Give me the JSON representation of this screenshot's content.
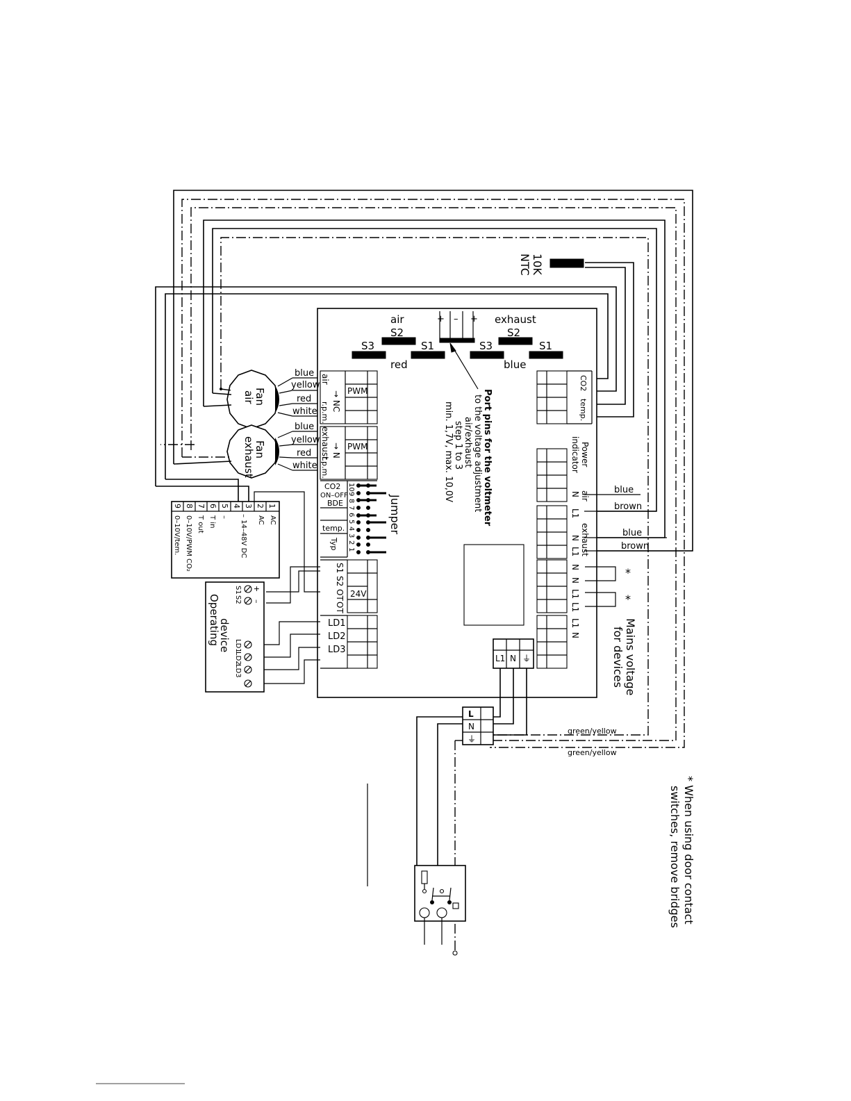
{
  "sensor": {
    "line1": "NTC",
    "line2": "10K"
  },
  "top_labels": {
    "air": "air",
    "exhaust": "exhaust",
    "plus": "+",
    "minus": "–",
    "plus2": "+"
  },
  "switch_labels": {
    "s3a": "S3",
    "s2a": "S2",
    "s1a": "S1",
    "s3b": "S3",
    "s2b": "S2",
    "s1b": "S1",
    "red": "red",
    "blue": "blue"
  },
  "port_note": [
    "Port pins for the voltmeter",
    "to the voltage adjustment",
    "air/exhaust",
    "step 1 to 3",
    "min. 1,7V, max. 10,0V"
  ],
  "jumper_title": "Jumper",
  "fan_air": {
    "name1": "Fan",
    "name2": "air",
    "wires": [
      "blue",
      "yellow",
      "red",
      "white"
    ]
  },
  "fan_exhaust": {
    "name1": "Fan",
    "name2": "exhaust",
    "wires": [
      "blue",
      "yellow",
      "red",
      "white"
    ]
  },
  "left_blocks": {
    "air_label": "air",
    "nc_label": "→ NC",
    "rpm1": "r.p.m.",
    "pwm1": "PWM",
    "exhaust_label": "exhaust",
    "n_label": "→ N",
    "rpm2": "r.p.m.",
    "pwm2": "PWM"
  },
  "jumper_block": {
    "co2": "CO2",
    "onoff": "ON–OFF",
    "bde": "BDE",
    "temp": "temp.",
    "typ": "Typ",
    "pins": [
      "10",
      "9",
      "8",
      "7",
      "6",
      "5",
      "4",
      "3",
      "2",
      "1"
    ]
  },
  "io_block": {
    "s1": "S1",
    "s2": "S2",
    "ot1": "OT",
    "ot2": "OT",
    "v24": "24V"
  },
  "ld_block": {
    "ld1": "LD1",
    "ld2": "LD2",
    "ld3": "LD3"
  },
  "right_blocks": {
    "co2": "CO2",
    "temp": "temp.",
    "power1": "Power",
    "power2": "indicator",
    "air": "air",
    "exhaust": "exhaust",
    "n": "N",
    "l1": "L1",
    "mains1": "Mains voltage",
    "mains2": "for devices",
    "star": "*"
  },
  "wire_labels": {
    "blue1": "blue",
    "brown1": "brown",
    "blue2": "blue",
    "brown2": "brown",
    "gy1": "green/yellow",
    "gy2": "green/yellow"
  },
  "terminal_strip": {
    "nums": [
      "1",
      "2",
      "3",
      "4",
      "5",
      "6",
      "7",
      "8",
      "9"
    ],
    "t1": "AC",
    "t2": "AC",
    "t34": "– 14–48V DC",
    "t5": "–",
    "t6": "T in",
    "t7": "T out",
    "t8": "0–10V/PWM CO₂",
    "t9": "0–10V/tem."
  },
  "operating_device": {
    "title1": "Operating",
    "title2": "device",
    "plus": "+",
    "minus": "–",
    "s1": "S1",
    "s2": "S2",
    "ld1": "LD1",
    "ld2": "LD2",
    "ld3": "LD3"
  },
  "supply_box": {
    "l1": "L1",
    "n": "N",
    "pe": "⏚"
  },
  "mains_box": {
    "l": "L",
    "n": "N",
    "pe": "⏚"
  },
  "footnote": {
    "line1": "* When using door contact",
    "line2": "switches, remove bridges"
  }
}
